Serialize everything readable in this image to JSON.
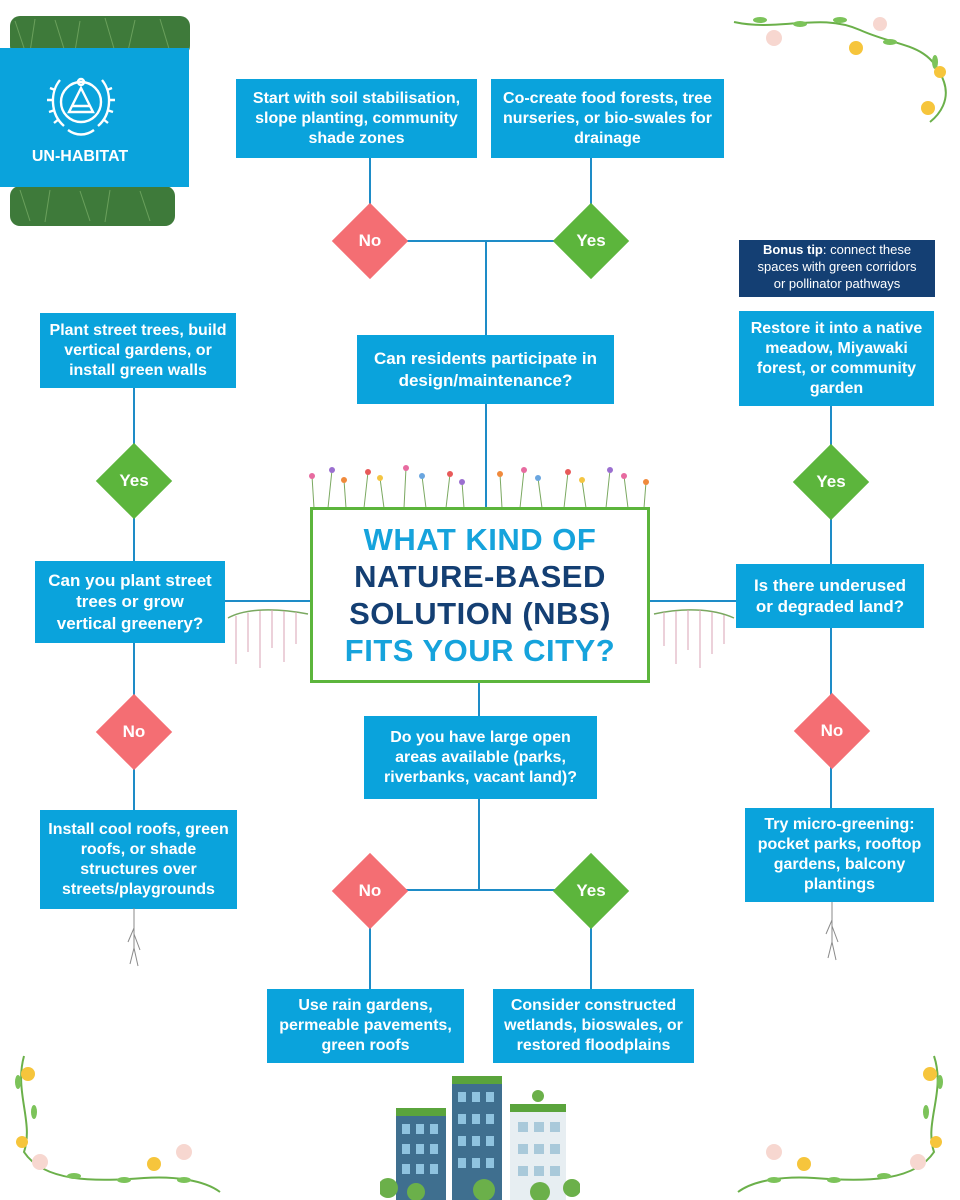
{
  "logo": {
    "name": "UN-HABITAT"
  },
  "title": {
    "line1": "WHAT KIND OF",
    "line2": "NATURE-BASED",
    "line3": "SOLUTION (NBS)",
    "line4": "FITS YOUR CITY?"
  },
  "questions": {
    "residents": [
      "Can residents participate in",
      "design/maintenance?"
    ],
    "street_trees": [
      "Can you plant street",
      "trees or grow",
      "vertical greenery?"
    ],
    "underused_land": [
      "Is there underused",
      "or degraded land?"
    ],
    "open_areas": [
      "Do you have large open",
      "areas available (parks,",
      "riverbanks, vacant land)?"
    ]
  },
  "outcomes": {
    "soil": [
      "Start with soil stabilisation,",
      "slope planting, community",
      "shade zones"
    ],
    "food_forests": [
      "Co-create food forests, tree",
      "nurseries, or bio-swales for",
      "drainage"
    ],
    "street_trees": [
      "Plant street trees, build",
      "vertical gardens, or",
      "install green walls"
    ],
    "cool_roofs": [
      "Install cool roofs, green",
      "roofs, or shade",
      "structures over",
      "streets/playgrounds"
    ],
    "meadow": [
      "Restore it into a native",
      "meadow, Miyawaki",
      "forest, or community",
      "garden"
    ],
    "micro_greening": [
      "Try micro-greening:",
      "pocket parks, rooftop",
      "gardens, balcony",
      "plantings"
    ],
    "rain_gardens": [
      "Use rain gardens,",
      "permeable pavements,",
      "green roofs"
    ],
    "wetlands": [
      "Consider constructed",
      "wetlands, bioswales, or",
      "restored floodplains"
    ]
  },
  "bonus_tip": {
    "label": "Bonus tip",
    "text": ": connect these",
    "line2": "spaces with green corridors",
    "line3": "or pollinator pathways"
  },
  "decisions": {
    "yes": "Yes",
    "no": "No"
  },
  "colors": {
    "box_blue": "#0aa3dc",
    "navy": "#143f73",
    "yes_green": "#5cb53c",
    "no_red": "#f46e73",
    "connector": "#1e8cc7"
  }
}
